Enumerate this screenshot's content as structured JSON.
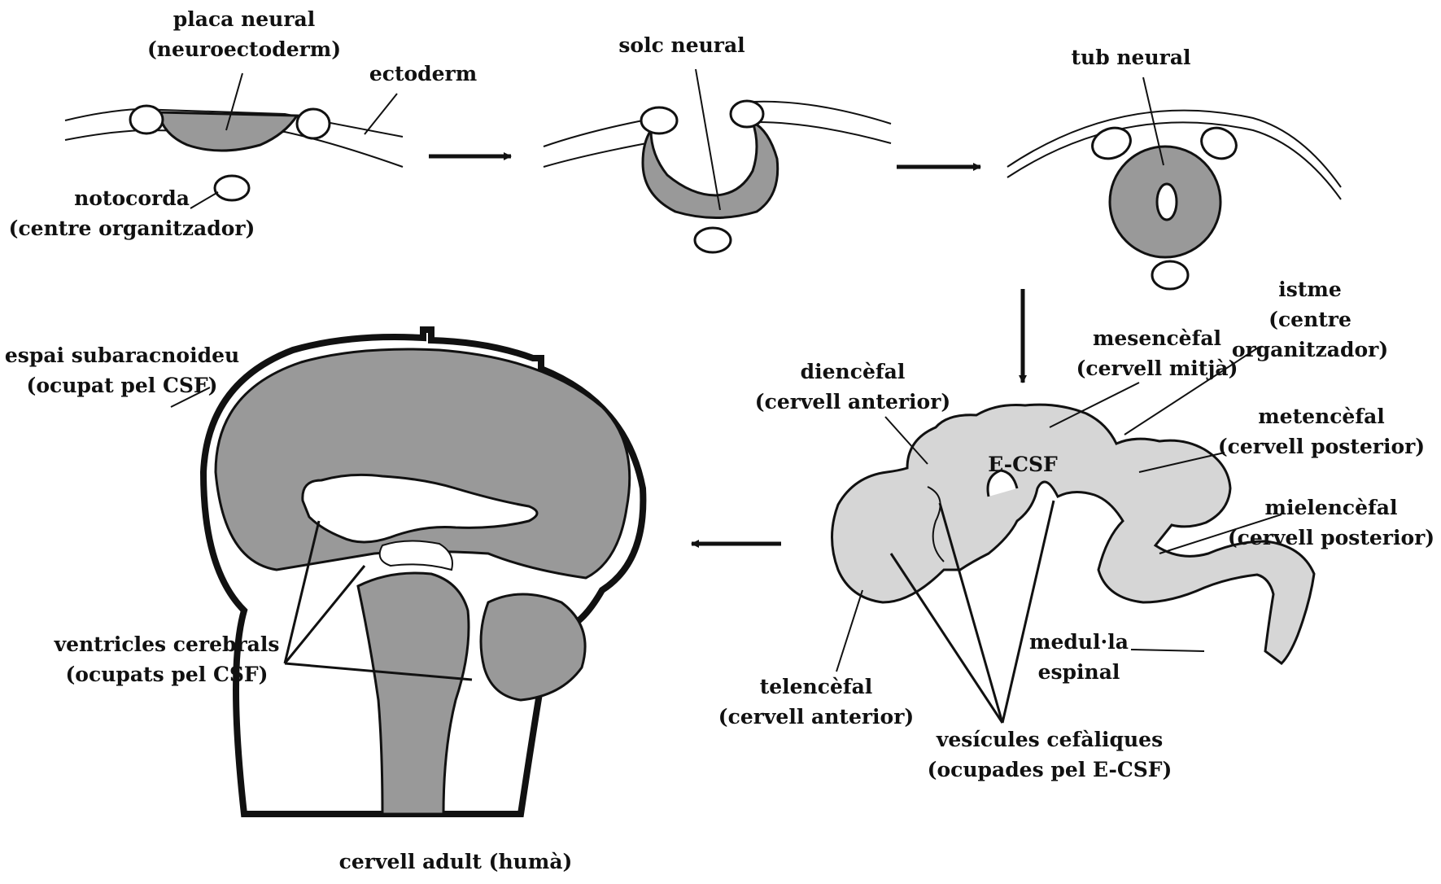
{
  "colors": {
    "tissue_dark": "#999999",
    "tissue_light": "#d6d6d6",
    "outline": "#111111",
    "background": "#ffffff"
  },
  "labels": {
    "placa_neural": [
      "placa neural",
      "(neuroectoderm)"
    ],
    "ectoderm": [
      "ectoderm"
    ],
    "notocorda": [
      "notocorda",
      "(centre organitzador)"
    ],
    "solc_neural": [
      "solc neural"
    ],
    "tub_neural": [
      "tub neural"
    ],
    "istme": [
      "istme",
      "(centre",
      "organitzador)"
    ],
    "mesencefal": [
      "mesencèfal",
      "(cervell mitjà)"
    ],
    "diencefal": [
      "diencèfal",
      "(cervell anterior)"
    ],
    "metencefal": [
      "metencèfal",
      "(cervell posterior)"
    ],
    "ecsf": [
      "E-CSF"
    ],
    "mielencefal": [
      "mielencèfal",
      "(cervell posterior)"
    ],
    "medulla": [
      "medul·la",
      "espinal"
    ],
    "telencefal": [
      "telencèfal",
      "(cervell anterior)"
    ],
    "vesicules": [
      "vesícules cefàliques",
      "(ocupades pel E-CSF)"
    ],
    "espai": [
      "espai subaracnoideu",
      "(ocupat pel CSF)"
    ],
    "ventricles": [
      "ventricles cerebrals",
      "(ocupats pel CSF)"
    ],
    "cervell_adult": [
      "cervell adult (humà)"
    ]
  }
}
